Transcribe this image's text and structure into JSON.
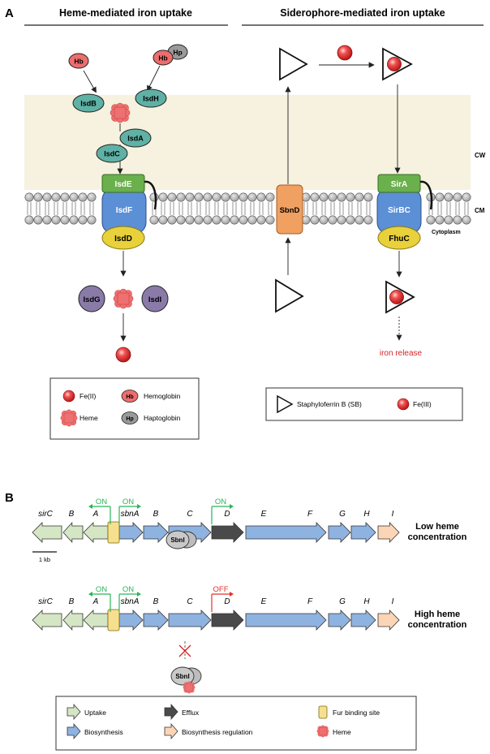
{
  "panel_a": {
    "letter": "A",
    "heme_title": "Heme-mediated iron uptake",
    "sid_title": "Siderophore-mediated iron uptake",
    "proteins": {
      "hb1": "Hb",
      "hb2": "Hb",
      "hp": "Hp",
      "isdb": "IsdB",
      "isdh": "IsdH",
      "isda": "IsdA",
      "isdc": "IsdC",
      "isde": "IsdE",
      "isdf": "IsdF",
      "isdd": "IsdD",
      "isdg": "IsdG",
      "isdi": "IsdI",
      "sbnd": "SbnD",
      "sira": "SirA",
      "sirbc": "SirBC",
      "fhuc": "FhuC"
    },
    "labels": {
      "cw": "CW",
      "cm": "CM",
      "cytoplasm": "Cytoplasm",
      "iron_release": "iron release"
    },
    "legend_left": {
      "fe2": "Fe(II)",
      "heme": "Heme",
      "hb_icon": "Hb",
      "hb_text": "Hemoglobin",
      "hp_icon": "Hp",
      "hp_text": "Haptoglobin"
    },
    "legend_right": {
      "sb": "Staphyloferrin B (SB)",
      "fe3": "Fe(III)"
    }
  },
  "panel_b": {
    "letter": "B",
    "genes": [
      "sirC",
      "B",
      "A",
      "sbnA",
      "B",
      "C",
      "D",
      "E",
      "F",
      "G",
      "H",
      "I"
    ],
    "row1": {
      "condition_line1": "Low heme",
      "condition_line2": "concentration",
      "promoters": [
        "ON",
        "ON",
        "ON"
      ],
      "regulator": "SbnI"
    },
    "row2": {
      "condition_line1": "High heme",
      "condition_line2": "concentration",
      "promoters": [
        "ON",
        "ON",
        "OFF"
      ],
      "regulator": "SbnI"
    },
    "scale": "1 kb",
    "legend": {
      "uptake": "Uptake",
      "efflux": "Efflux",
      "fur": "Fur binding site",
      "biosynthesis": "Biosynthesis",
      "biosynthesis_regulation": "Biosynthesis regulation",
      "heme": "Heme"
    }
  },
  "colors": {
    "teal": "#5fb1a5",
    "green": "#6ab04c",
    "blue": "#5b8fd6",
    "yellow": "#e8d13a",
    "orange": "#f0a060",
    "purple": "#8a7aa8",
    "hb_red": "#ee6d6d",
    "heme_red": "#ee7070",
    "cw_band": "#f6f2df",
    "gene_uptake": "#d4e6c3",
    "gene_biosynthesis": "#8fb3e0",
    "gene_efflux": "#4a4a4a",
    "gene_regulation": "#fbd5b5",
    "fur_box": "#f6e08f",
    "on_green": "#2bb55a",
    "off_red": "#e0322a",
    "iron_release_red": "#d62828"
  }
}
